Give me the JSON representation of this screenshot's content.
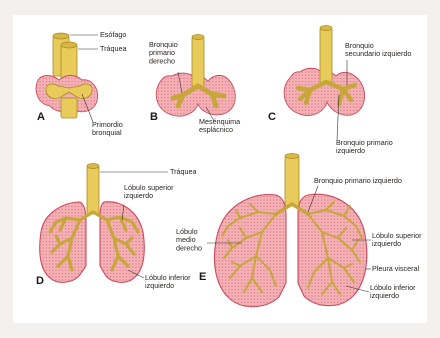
{
  "panels": {
    "A": {
      "letter": "A",
      "labels": {
        "esophagus": "Esófago",
        "trachea": "Tráquea",
        "bud": "Primordio\nbronquial"
      }
    },
    "B": {
      "letter": "B",
      "labels": {
        "right_primary": "Bronquio\nprimario\nderecho",
        "mesenchyme": "Mesénquima\nesplácnico"
      }
    },
    "C": {
      "letter": "C",
      "labels": {
        "left_secondary": "Bronquio\nsecundario izquierdo",
        "left_primary": "Bronquio primario\nizquierdo"
      }
    },
    "D": {
      "letter": "D",
      "labels": {
        "trachea": "Tráquea",
        "upper_left": "Lóbulo superior\nizquierdo",
        "lower_left": "Lóbulo inferior\nizquierdo"
      }
    },
    "E": {
      "letter": "E",
      "labels": {
        "left_primary": "Bronquio primario izquierdo",
        "middle_right": "Lóbulo\nmedio\nderecho",
        "upper_left": "Lóbulo superior\nizquierdo",
        "pleura": "Pleura visceral",
        "lower_left": "Lóbulo inferior\nizquierdo"
      }
    }
  },
  "colors": {
    "mesenchyme": "#f0a3a9",
    "mesenchyme_outline": "#c94b5e",
    "epithelium": "#e8cb5a",
    "epithelium_outline": "#a88a26",
    "frame": "#ffffff",
    "background": "#f4f0ee"
  }
}
